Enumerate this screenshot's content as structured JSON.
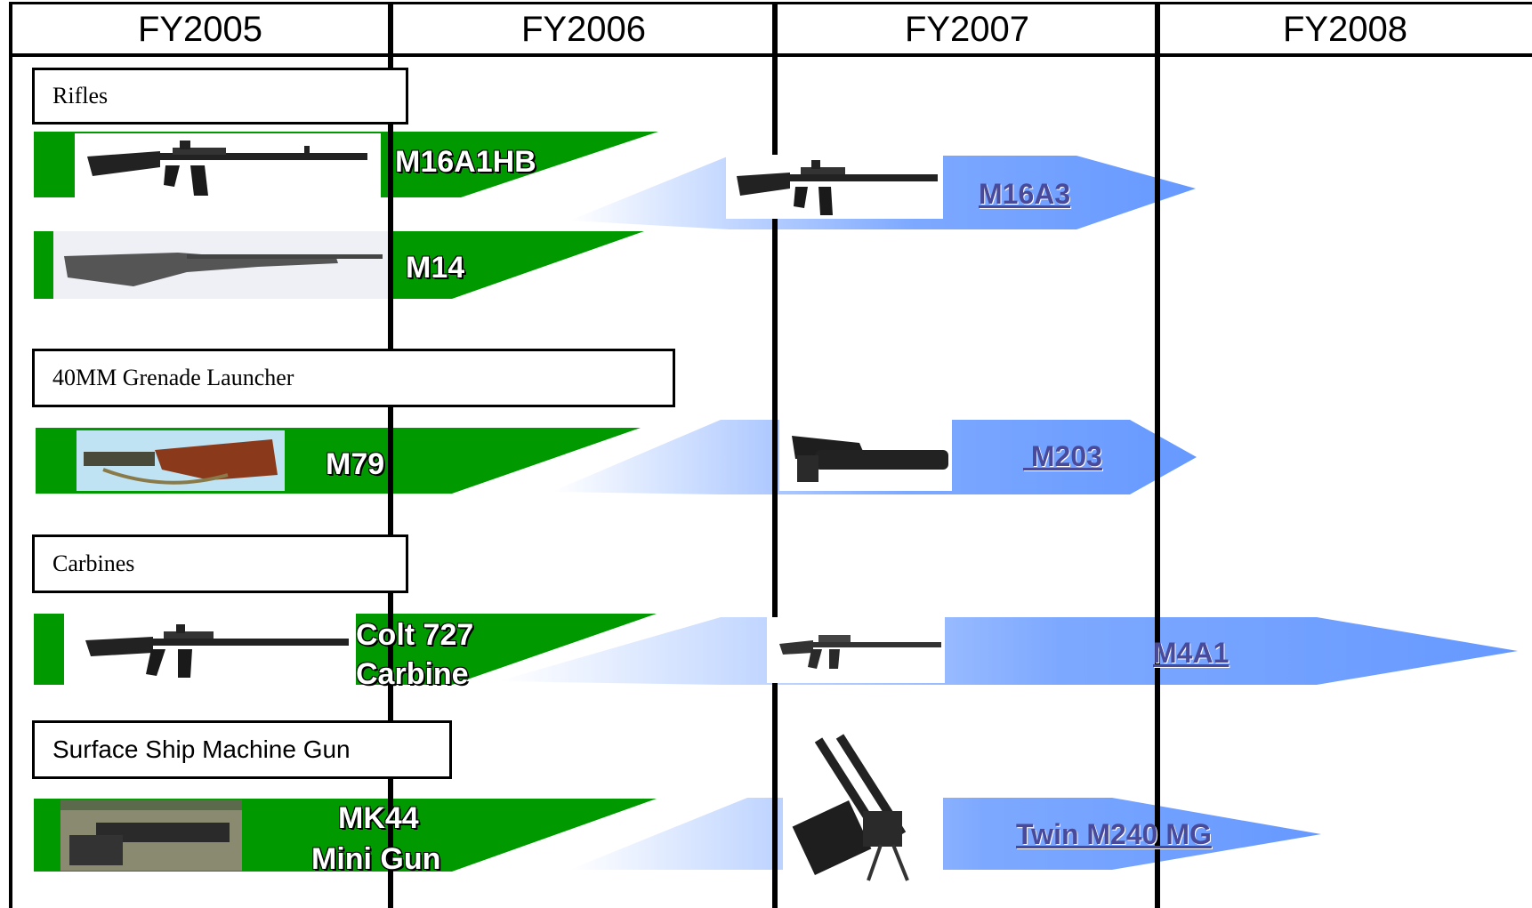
{
  "header": {
    "years": [
      "FY2005",
      "FY2006",
      "FY2007",
      "FY2008"
    ]
  },
  "categories": {
    "rifles": "Rifles",
    "grenade": "40MM Grenade Launcher",
    "carbines": "Carbines",
    "machine_gun": "Surface Ship Machine Gun"
  },
  "legacy": {
    "m16a1hb": "M16A1HB",
    "m14": "M14",
    "m79": "M79",
    "colt_line1": "Colt 727",
    "colt_line2": "Carbine",
    "mk44_line1": "MK44",
    "mk44_line2": "Mini Gun"
  },
  "replacements": {
    "m16a3": "M16A3",
    "m203": " M203",
    "m4a1": "M4A1",
    "twin_m240": "Twin M240 MG"
  },
  "colors": {
    "legacy_green": "#009900",
    "replacement_blue": "#6699ff",
    "link_text": "#4a4a9a"
  }
}
